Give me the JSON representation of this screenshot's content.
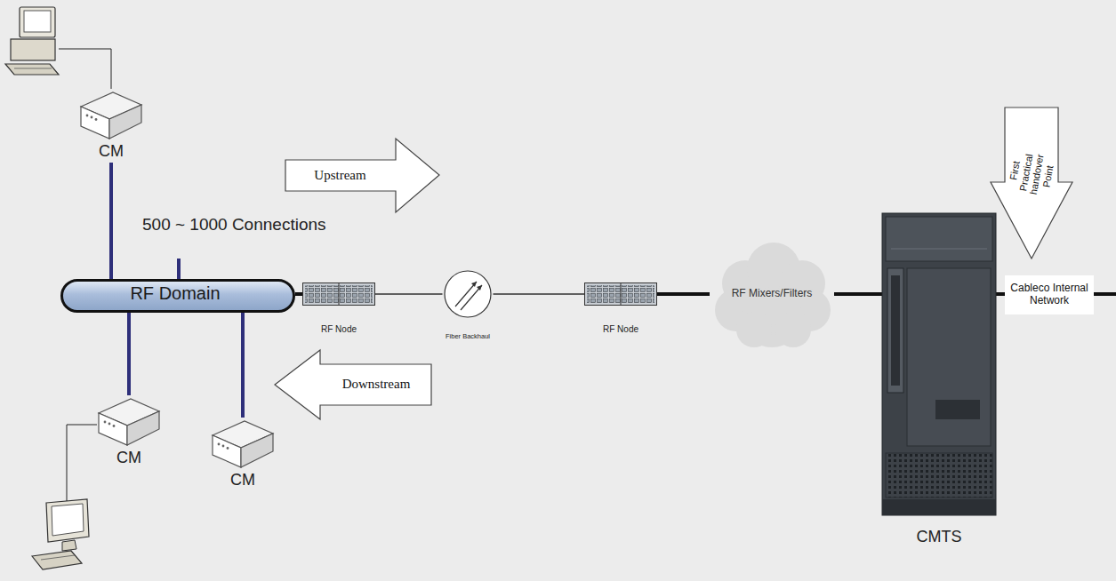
{
  "diagram": {
    "nodes": [
      {
        "text": [
          "Upstream"
        ]
      },
      {
        "text": [
          "CM"
        ]
      },
      {
        "text": [
          "First Practical handover Point"
        ]
      },
      {
        "text": [
          "RF Domain"
        ]
      },
      {
        "text": [
          "RF Node"
        ]
      },
      {
        "text": [
          "Fiber Backhaul"
        ]
      },
      {
        "text": [
          "RF Node"
        ]
      },
      {
        "text": [
          "RF Mixers/Filters"
        ]
      },
      {
        "text": [
          "CMTS"
        ]
      },
      {
        "text": [
          "Cableco Internal Network"
        ]
      },
      {
        "text": [
          "Downstream"
        ]
      },
      {
        "text": [
          "CM"
        ]
      },
      {
        "text": [
          "CM"
        ]
      }
    ],
    "edges": [
      {
        "from": 1,
        "to": 3,
        "arrow": "none"
      },
      {
        "from": 11,
        "to": 3,
        "arrow": "none"
      },
      {
        "from": 12,
        "to": 3,
        "arrow": "none"
      },
      {
        "from": 3,
        "to": 4,
        "arrow": "none"
      },
      {
        "from": 4,
        "to": 5,
        "arrow": "none"
      },
      {
        "from": 5,
        "to": 6,
        "arrow": "none"
      },
      {
        "from": 6,
        "to": 7,
        "arrow": "none"
      },
      {
        "from": 7,
        "to": 8,
        "arrow": "none"
      },
      {
        "from": 8,
        "to": 9,
        "arrow": "none"
      }
    ],
    "labels": [
      "500 ~ 1000 Connections"
    ]
  }
}
